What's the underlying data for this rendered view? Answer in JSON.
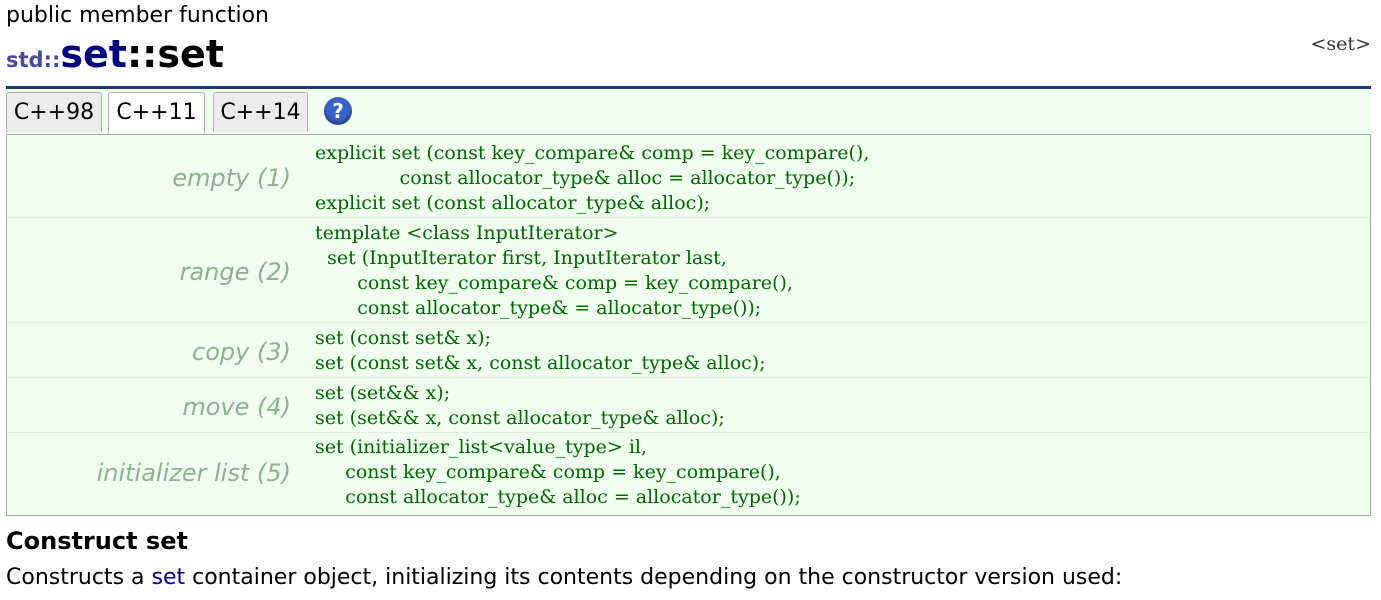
{
  "header": {
    "kind": "public member function",
    "ns": "std::",
    "class_name": "set",
    "separator": "::",
    "member_name": "set",
    "header_link": "<set>"
  },
  "tabs": [
    {
      "label": "C++98",
      "active": false
    },
    {
      "label": "C++11",
      "active": true
    },
    {
      "label": "C++14",
      "active": false
    }
  ],
  "help_icon": "question-mark-icon",
  "help_glyph": "?",
  "rows": [
    {
      "label": "empty (1)",
      "code": "explicit set (const key_compare& comp = key_compare(),\n              const allocator_type& alloc = allocator_type());\nexplicit set (const allocator_type& alloc);"
    },
    {
      "label": "range (2)",
      "code": "template <class InputIterator>\n  set (InputIterator first, InputIterator last,\n       const key_compare& comp = key_compare(),\n       const allocator_type& = allocator_type());"
    },
    {
      "label": "copy (3)",
      "code": "set (const set& x);\nset (const set& x, const allocator_type& alloc);"
    },
    {
      "label": "move (4)",
      "code": "set (set&& x);\nset (set&& x, const allocator_type& alloc);"
    },
    {
      "label": "initializer list (5)",
      "code": "set (initializer_list<value_type> il,\n     const key_compare& comp = key_compare(),\n     const allocator_type& alloc = allocator_type());"
    }
  ],
  "section": {
    "title": "Construct set",
    "desc_before": "Constructs a ",
    "desc_link": "set",
    "desc_after": " container object, initializing its contents depending on the constructor version used:"
  },
  "colors": {
    "title_blue": "#00007f",
    "code_green": "#006600",
    "label_green": "#90b090",
    "panel_bg": "#f0fff0",
    "rule": "#1f3a70"
  }
}
